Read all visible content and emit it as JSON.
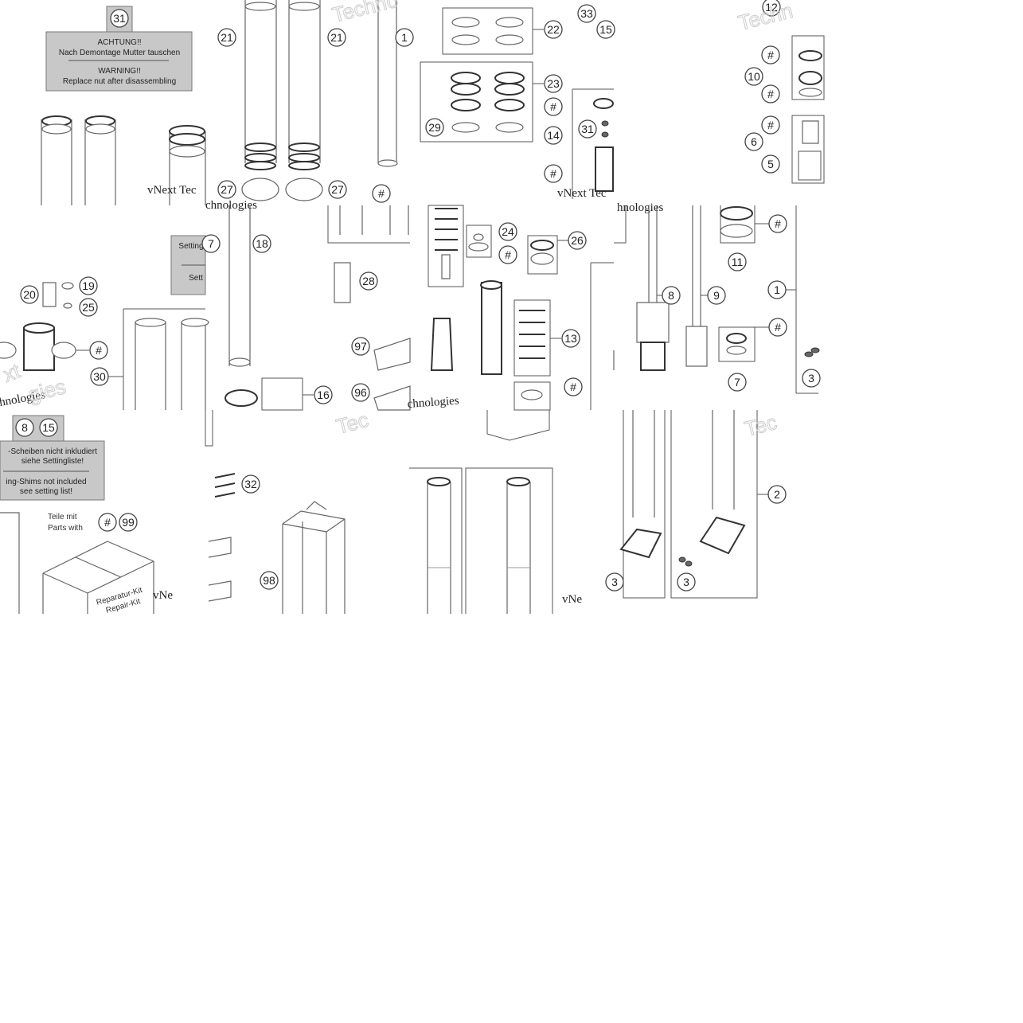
{
  "callouts": {
    "c31a": "31",
    "c21a": "21",
    "c21b": "21",
    "c1a": "1",
    "c22": "22",
    "c33": "33",
    "c15": "15",
    "c12": "12",
    "c23": "23",
    "c29": "29",
    "h1": "#",
    "c14": "14",
    "c31b": "31",
    "h2": "#",
    "c27a": "27",
    "c27b": "27",
    "h3": "#",
    "h4": "#",
    "c10": "10",
    "h5": "#",
    "h6": "#",
    "c6": "6",
    "c5": "5",
    "c17": "7",
    "c18": "18",
    "c20": "20",
    "c19": "19",
    "c25": "25",
    "h7": "#",
    "c30": "30",
    "c28": "28",
    "c24": "24",
    "h8": "#",
    "c26": "26",
    "c97": "97",
    "c96": "96",
    "c16": "16",
    "c13": "13",
    "h9": "#",
    "h10": "#",
    "c11": "11",
    "c8a": "8",
    "c9": "9",
    "c1b": "1",
    "h11": "#",
    "c7": "7",
    "c3a": "3",
    "c8b": "8",
    "c15b": "15",
    "h12": "#",
    "c99": "99",
    "c32": "32",
    "c98": "98",
    "c2": "2",
    "c3b": "3",
    "c3c": "3"
  },
  "signs": {
    "warning_de_1": "ACHTUNG!!",
    "warning_de_2": "Nach Demontage Mutter tauschen",
    "warning_en_1": "WARNING!!",
    "warning_en_2": "Replace nut after disassembling",
    "setting_1": "Setting",
    "setting_2": "Sett",
    "shims_de_1": "-Scheiben nicht inkludiert",
    "shims_de_2": "siehe Settingliste!",
    "shims_en_1": "ing-Shims not included",
    "shims_en_2": "see setting list!"
  },
  "labels": {
    "teile_mit": "Teile mit",
    "parts_with": "Parts with",
    "repair_kit_1": "Reparatur-Kit",
    "repair_kit_2": "Repair-Kit"
  },
  "watermarks": {
    "w1": "vNext Tec",
    "w2": "vNext Tec",
    "w3": "hnologies",
    "w4": "chnologies",
    "w5": "chnologies",
    "w6": "hnologies",
    "w7": "vNe",
    "w8": "vNe",
    "f1": "Techno",
    "f2": "Techn",
    "f3": "Tec",
    "f4": "Tec",
    "f5": "xt",
    "f6": "gies"
  }
}
